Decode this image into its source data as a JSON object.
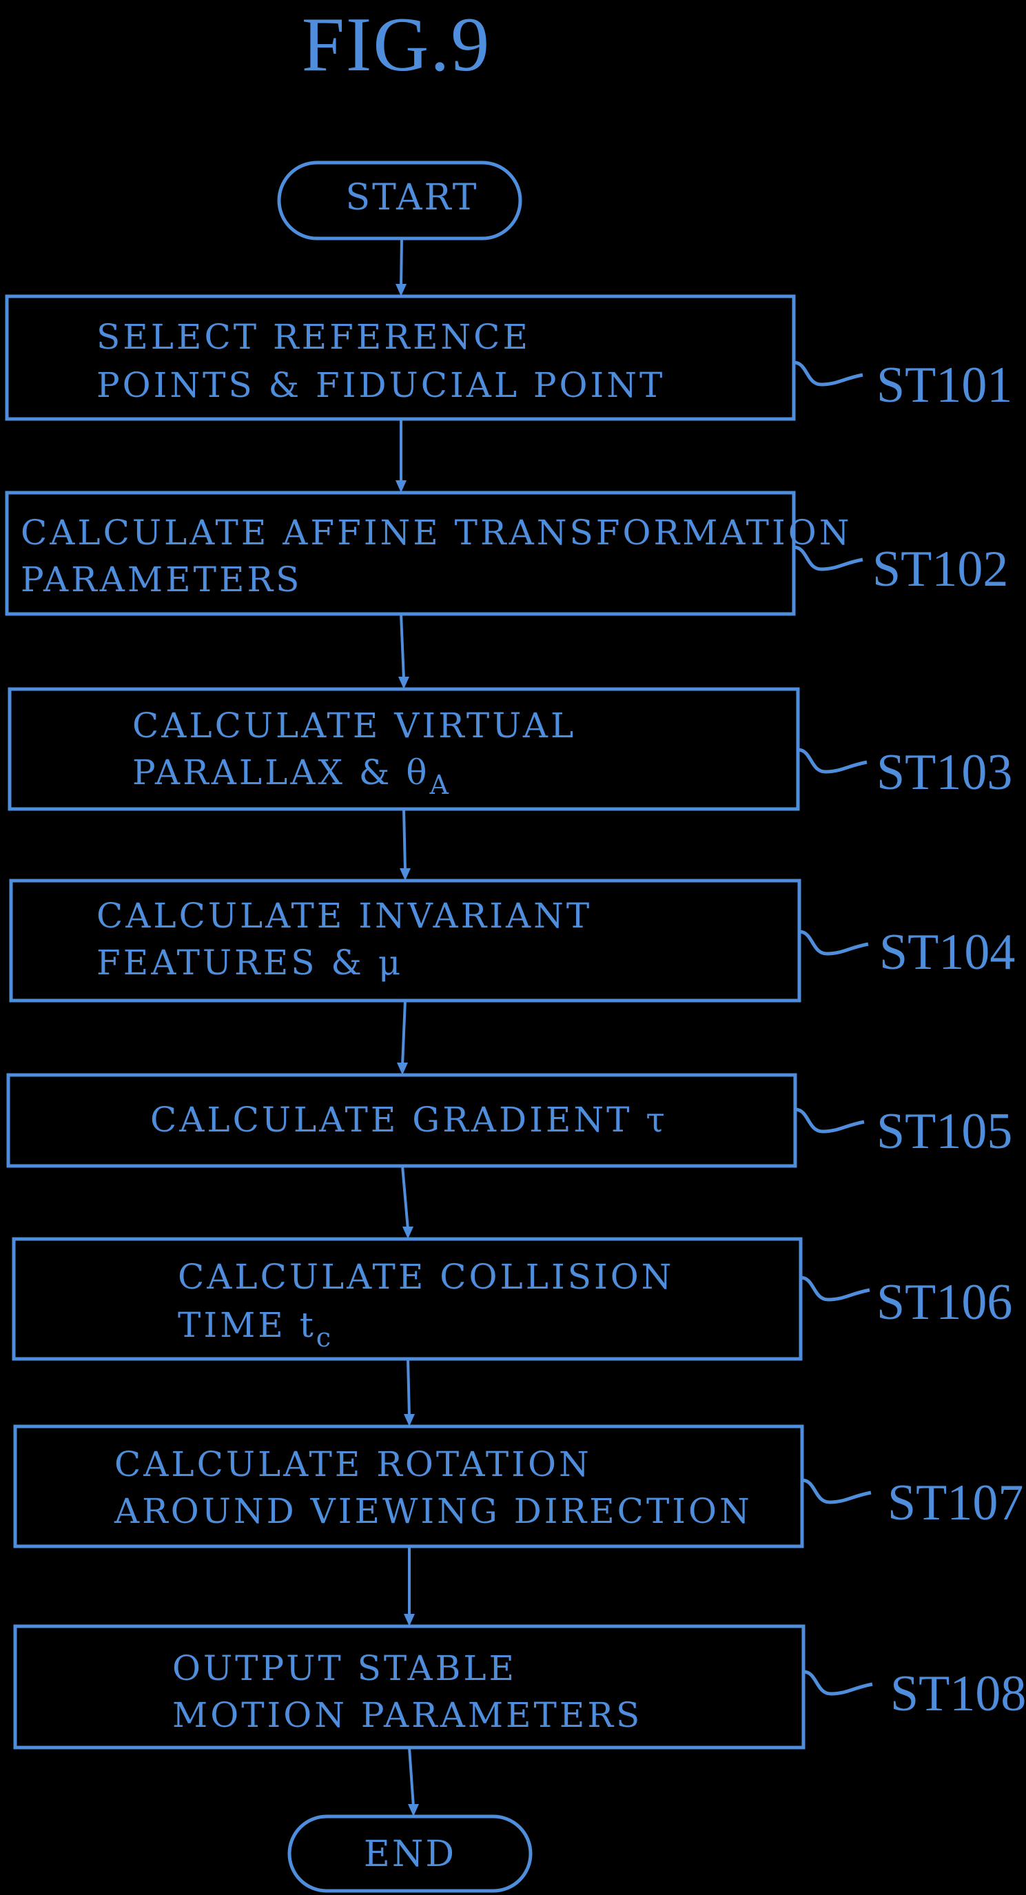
{
  "figure": {
    "title": "FIG.9"
  },
  "terminals": {
    "start": "START",
    "end": "END"
  },
  "steps": [
    {
      "id": "ST101",
      "lines": [
        "SELECT REFERENCE",
        "POINTS & FIDUCIAL POINT"
      ]
    },
    {
      "id": "ST102",
      "lines": [
        "CALCULATE AFFINE TRANSFORMATION",
        "PARAMETERS"
      ]
    },
    {
      "id": "ST103",
      "lines": [
        "CALCULATE VIRTUAL",
        "PARALLAX & θ"
      ],
      "subscript": "A"
    },
    {
      "id": "ST104",
      "lines": [
        "CALCULATE INVARIANT",
        "FEATURES & μ"
      ]
    },
    {
      "id": "ST105",
      "lines": [
        "CALCULATE GRADIENT τ"
      ]
    },
    {
      "id": "ST106",
      "lines": [
        "CALCULATE COLLISION",
        "TIME t"
      ],
      "subscript": "c"
    },
    {
      "id": "ST107",
      "lines": [
        "CALCULATE ROTATION",
        "AROUND VIEWING DIRECTION"
      ]
    },
    {
      "id": "ST108",
      "lines": [
        "OUTPUT STABLE",
        "MOTION PARAMETERS"
      ]
    }
  ],
  "colors": {
    "background": "#000000",
    "ink": "#4f8edc"
  }
}
